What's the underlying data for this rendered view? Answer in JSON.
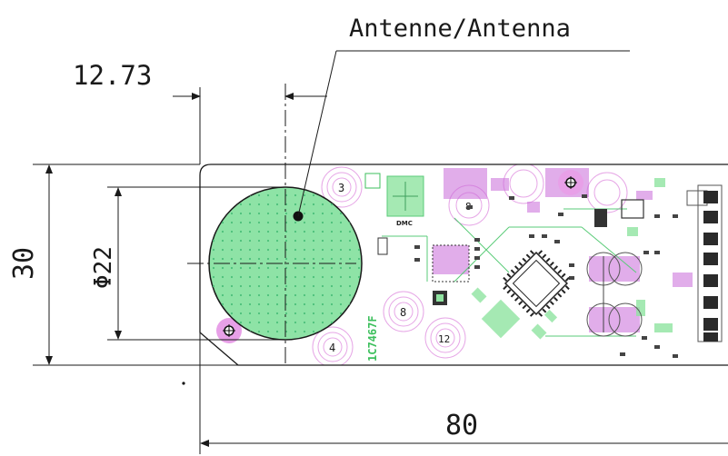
{
  "drawing": {
    "callout_label": "Antenne/Antenna",
    "dim_offset": "12.73",
    "dim_height": "30",
    "dim_diameter": "Φ22",
    "dim_length": "80",
    "silkscreen_dmc": "DMC",
    "silkscreen_part": "1C7467F",
    "pad_numbers": [
      "3",
      "4",
      "8",
      "8",
      "12"
    ]
  },
  "colors": {
    "antenna_fill": "#8ee3a6",
    "pcb_outline": "#1a1a1a",
    "pad_ring": "#e6a6e6",
    "component_magenta": "#c86ad8",
    "silkscreen_green": "#3cbf5c"
  }
}
